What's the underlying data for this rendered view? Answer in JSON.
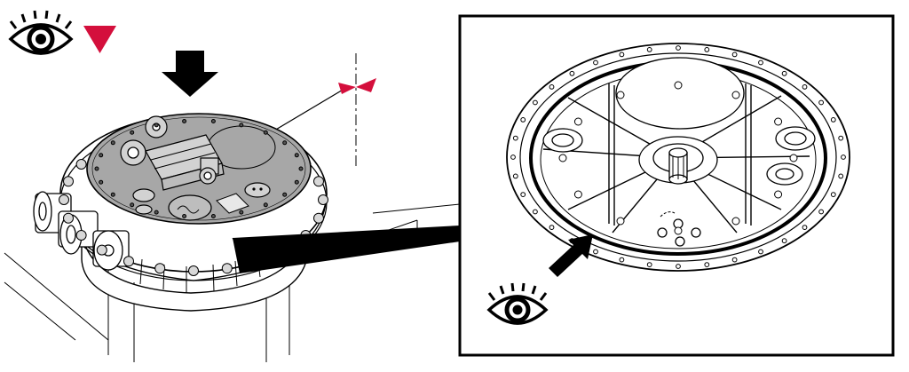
{
  "symbols": {
    "inspect_icon": "eye-symbol",
    "marker_icon": "red-triangle-marker",
    "direction_icon": "black-down-arrow",
    "detail_arrow_icon": "black-diagonal-arrow"
  },
  "colors": {
    "accent_red": "#d40f3c",
    "cover_grey": "#a7a7a7",
    "line": "#000000",
    "background": "#ffffff"
  }
}
